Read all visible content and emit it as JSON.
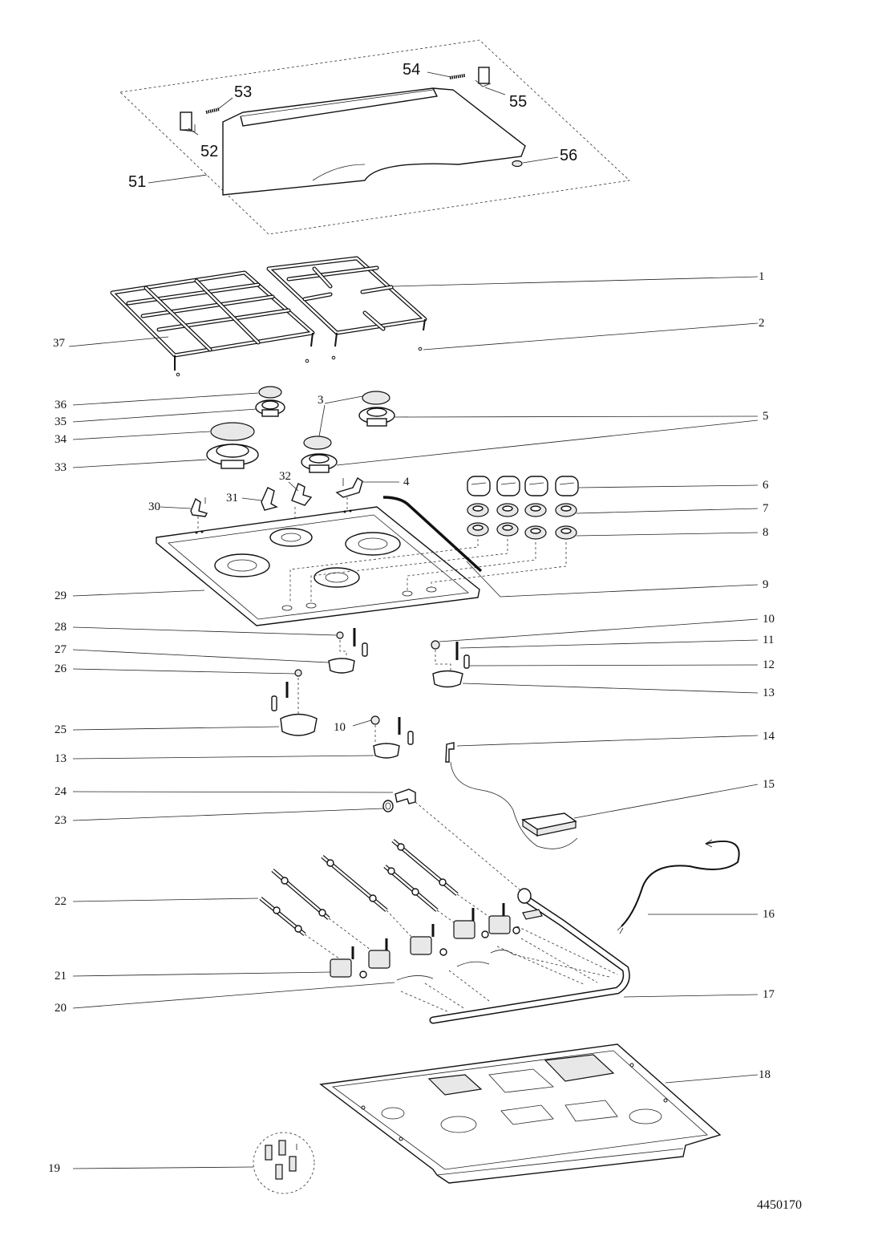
{
  "document_number": "4450170",
  "labels": {
    "p51": "51",
    "p52": "52",
    "p53": "53",
    "p54": "54",
    "p55": "55",
    "p56": "56",
    "p1": "1",
    "p2": "2",
    "p37": "37",
    "p36": "36",
    "p35": "35",
    "p34": "34",
    "p33": "33",
    "p3": "3",
    "p5": "5",
    "p4": "4",
    "p30": "30",
    "p31": "31",
    "p32": "32",
    "p6": "6",
    "p7": "7",
    "p8": "8",
    "p9": "9",
    "p29": "29",
    "p28": "28",
    "p27": "27",
    "p26": "26",
    "p25": "25",
    "p10a": "10",
    "p10b": "10",
    "p11": "11",
    "p12": "12",
    "p13a": "13",
    "p13b": "13",
    "p14": "14",
    "p15": "15",
    "p24": "24",
    "p23": "23",
    "p22": "22",
    "p16": "16",
    "p21": "21",
    "p17": "17",
    "p20": "20",
    "p18": "18",
    "p19": "19"
  }
}
